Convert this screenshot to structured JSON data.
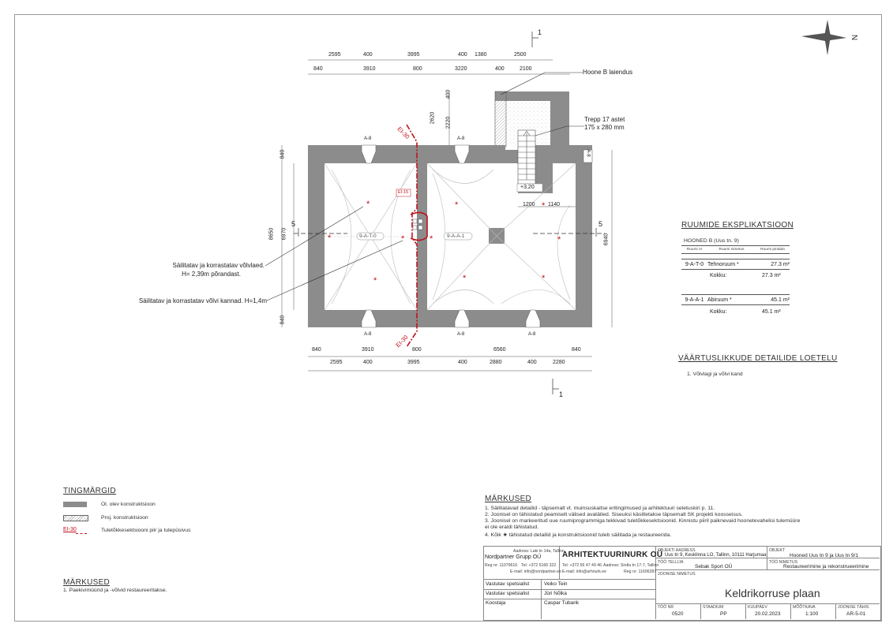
{
  "colors": {
    "wall": "#8c8c8c",
    "fire": "#c0111c",
    "line": "#444444"
  },
  "compass": {
    "label": "N",
    "icon": "north-arrow-icon"
  },
  "section": {
    "num": "1",
    "num_left": "5",
    "num_right": "5"
  },
  "dims_top_row1": [
    "2595",
    "400",
    "3995",
    "400",
    "1380",
    "2500"
  ],
  "dims_top_row2": [
    "840",
    "3910",
    "800",
    "3220",
    "400",
    "2100"
  ],
  "dims_bottom_row1": [
    "840",
    "3910",
    "800",
    "6560",
    "840"
  ],
  "dims_bottom_row2": [
    "2595",
    "400",
    "3995",
    "400",
    "2880",
    "400",
    "2280"
  ],
  "dims_left": {
    "outer": "8650",
    "inner": "6970",
    "top": "840",
    "bottom": "840"
  },
  "dims_right": {
    "h": "6940"
  },
  "dims_stair": {
    "a": "2620",
    "b": "2220",
    "c": "400",
    "w1": "1200",
    "w2": "1140"
  },
  "rooms": [
    "9-A-T-0",
    "9-A-A-1"
  ],
  "fire_labels": {
    "top": "EI-30",
    "bottom": "EI-30",
    "door": "EI-15"
  },
  "axis_tags": [
    "A-8",
    "A-8",
    "A-8",
    "A-8",
    "A-8",
    "A-8"
  ],
  "level": "+3.20",
  "callouts": {
    "extension": "Hoone B laiendus",
    "stair_l1": "Trepp 17 astet",
    "stair_l2": "175 x 280 mm",
    "vault_l1": "Säilitatav ja korrastatav võlvlaed.",
    "vault_l2": "H= 2,39m põrandast.",
    "vault_beam": "Säilitatav ja korrastatav võlvi kannad. H=1,4m"
  },
  "explication": {
    "title": "RUUMIDE EKSPLIKATSIOON",
    "building": "HOONED B (Uus tn. 9)",
    "headers": [
      "Ruumi nr",
      "Ruumi nimetus",
      "Ruumi pindala"
    ],
    "rows": [
      {
        "nr": "9-A-T-0",
        "name": "Tehnoruum *",
        "area": "27.3 m²",
        "total_label": "Kokku:",
        "total": "27.3 m²"
      },
      {
        "nr": "9-A-A-1",
        "name": "Abiruum *",
        "area": "45.1 m²",
        "total_label": "Kokku:",
        "total": "45.1 m²"
      }
    ]
  },
  "details": {
    "title": "VÄÄRTUSLIKKUDE DETAILIDE LOETELU",
    "items": [
      "1.   Võlvlagi ja võlvi kand"
    ]
  },
  "legend": {
    "title": "TINGMÄRGID",
    "items": [
      "Ol. olev konstruktsioon",
      "Proj. konstruktsioon",
      "Tuletõkkesektsiooni piir ja tulepüsivus"
    ],
    "fire_tag": "EI-30"
  },
  "notes_left": {
    "title": "MÄRKUSED",
    "items": [
      "1. Paekivimüürid ja -võlvid restaureeritakse."
    ]
  },
  "notes_right": {
    "title": "MÄRKUSED",
    "lines": [
      "1. Säilitatavad detailid - täpsemalt vt. muinsuskaitse eritingimused ja arhitektuuri seletuskiri p. 11.",
      "2. Joonisel on tähistatud peamiselt välised avatäited. Siseuksi käsitletakse täpsemalt SK projekti koosseisus.",
      "3. Joonisel on markeeritud uue ruumiprogrammiga tekkivad tuletõkkesektsioonid. Kinnistu piiril paiknevaid hoonetevahelisi tulemüüre",
      "ei ole eraldi tähistatud.",
      "4. Kõik ★ tähistatud detailid ja konstruktsioonid tuleb säilitada ja restaureerida."
    ]
  },
  "titleblock": {
    "co1_addr": "Aadress: Laki tn 14a, Tallinn",
    "co1_name": "Nordpartner Grupp OÜ",
    "co1_reg": "Reg nr: 11079616",
    "co1_tel": "Tel: +372 5166 322",
    "co1_mail": "E-mail: info@nordpartner.ee",
    "co2_name": "ARHITEKTUURINURK OÜ",
    "co2_tel": "Tel: +372 56 47 49 46",
    "co2_addr": "Aadress: Sirdla tn 17-7, Tallinn",
    "co2_mail": "E-mail: info@arhnurk.ee",
    "co2_reg": "Reg nr: 11606287",
    "roles": [
      {
        "role": "Vastutav spetsialist",
        "name": "Veiko Tein"
      },
      {
        "role": "Vastutav spetsialist",
        "name": "Jüri Nõlka"
      },
      {
        "role": "Koostaja",
        "name": "Caspar Tubarik"
      }
    ],
    "obj_addr_label": "OBJEKTI AADRESS",
    "obj_addr": "Uus tn 9, Kesklinna LO, Tallinn, 10111 Harjumaa",
    "obj_label": "OBJEKT",
    "obj": "Hooned Uus tn 9 ja Uus tn 9/1",
    "client_label": "TÖÖ TELLIJA",
    "client": "Sebak Sport OÜ",
    "work_label": "TÖÖ NIMETUS",
    "work": "Restaureerimine ja rekonstrueerimine",
    "drawing_label": "JOONISE NIMETUS",
    "drawing": "Keldrikorruse plaan",
    "meta_labels": [
      "TÖÖ NR",
      "STAADIUM",
      "KUUPÄEV",
      "MÕÕTKAVA",
      "JOONISE TÄHIS"
    ],
    "meta": [
      "0520",
      "PP",
      "20.02.2023",
      "1:100",
      "AR-5-01"
    ]
  }
}
